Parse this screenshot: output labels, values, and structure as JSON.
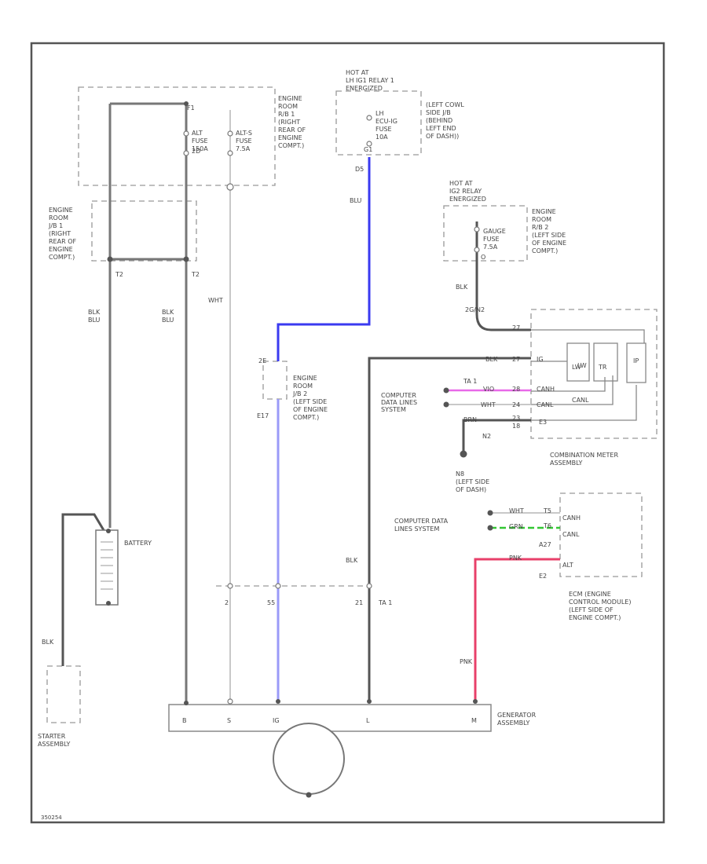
{
  "components": {
    "engine_room_rb1": [
      "ENGINE",
      "ROOM",
      "R/B 1",
      "(RIGHT",
      "REAR OF",
      "ENGINE",
      "COMPT.)"
    ],
    "alt_fuse": [
      "ALT",
      "FUSE",
      "150A"
    ],
    "alt_s_fuse": [
      "ALT-S",
      "FUSE",
      "7.5A"
    ],
    "hot_at_1": [
      "HOT AT",
      "LH IG1 RELAY 1",
      "ENERGIZED"
    ],
    "lh_ecu_ig_fuse": [
      "LH",
      "ECU-IG",
      "FUSE",
      "10A"
    ],
    "cowl_jb": [
      "(LEFT COWL",
      "SIDE J/B",
      "(BEHIND",
      "LEFT END",
      "OF DASH))"
    ],
    "hot_at_2": [
      "HOT AT",
      "IG2 RELAY",
      "ENERGIZED"
    ],
    "gauge_fuse": [
      "GAUGE",
      "FUSE",
      "7.5A"
    ],
    "engine_room_rb2": [
      "ENGINE",
      "ROOM",
      "R/B 2",
      "(LEFT SIDE",
      "OF ENGINE",
      "COMPT.)"
    ],
    "engine_room_jb1": [
      "ENGINE",
      "ROOM",
      "J/B 1",
      "(RIGHT",
      "REAR OF",
      "ENGINE",
      "COMPT.)"
    ],
    "engine_room_jb2": [
      "ENGINE",
      "ROOM",
      "J/B 2",
      "(LEFT SIDE",
      "OF ENGINE",
      "COMPT.)"
    ],
    "computer_data_lines_1": [
      "COMPUTER",
      "DATA LINES",
      "SYSTEM"
    ],
    "combination_meter": [
      "COMBINATION METER",
      "ASSEMBLY"
    ],
    "ground_n8": [
      "N8",
      "(LEFT SIDE",
      "OF DASH)"
    ],
    "computer_data_lines_2": [
      "COMPUTER DATA",
      "LINES SYSTEM"
    ],
    "ecm": [
      "ECM (ENGINE",
      "CONTROL MODULE)",
      "(LEFT SIDE OF",
      "ENGINE COMPT.)"
    ],
    "battery": "BATTERY",
    "starter": [
      "STARTER",
      "ASSEMBLY"
    ],
    "generator": [
      "GENERATOR",
      "ASSEMBLY"
    ]
  },
  "wire_colors": {
    "left_bat": "BLK/BLU",
    "alt_out": "BLK/BLU",
    "alt_s": "WHT",
    "ig": "BLU",
    "lamp": "BLK",
    "ecm_alt": "PNK",
    "starter": "BLK",
    "gauge": "BLK",
    "meter_l": "BLK",
    "can_h": "VIO",
    "can_l": "WHT",
    "meter_gnd": "BRN",
    "ecm_canh": "WHT",
    "ecm_canl": "GRN",
    "ecm_alt_in": "PNK"
  },
  "pins": {
    "e_d5": "D5",
    "e_t2": "T2",
    "e_t2b": "T2",
    "e_f1": "F1",
    "e_2d": "2D",
    "e_e17": "E17",
    "e_2e": "2E",
    "e_g1": "G1",
    "e_o": "O",
    "e_ta1": "TA 1",
    "e_2gn2": "2G/N2",
    "e_27": "27",
    "e_28": "28",
    "e_24": "24",
    "e_27b": "27",
    "e_23": "23",
    "e_n2": "N2",
    "e_18": "18",
    "e_ta1b": "TA 1",
    "e_e3": "E3",
    "e_2": "2",
    "e_55": "55",
    "e_21": "21",
    "e_a27": "A27",
    "e_t5": "T5",
    "e_t6": "T6",
    "e_e2": "E2",
    "e_ig": "IG",
    "e_canh": "CANH",
    "e_canl": "CANL",
    "e_lw": "LW",
    "e_canh2": "CANH",
    "e_canl2": "CANL",
    "e_alt": "ALT",
    "e_b": "B",
    "e_s": "S",
    "e_ig2": "IG",
    "e_l": "L",
    "e_m": "M"
  },
  "meter_internal": {
    "lo": "LW",
    "tr": "TR",
    "canl": "CANL",
    "ip": "IP"
  },
  "footer_code": "350254"
}
